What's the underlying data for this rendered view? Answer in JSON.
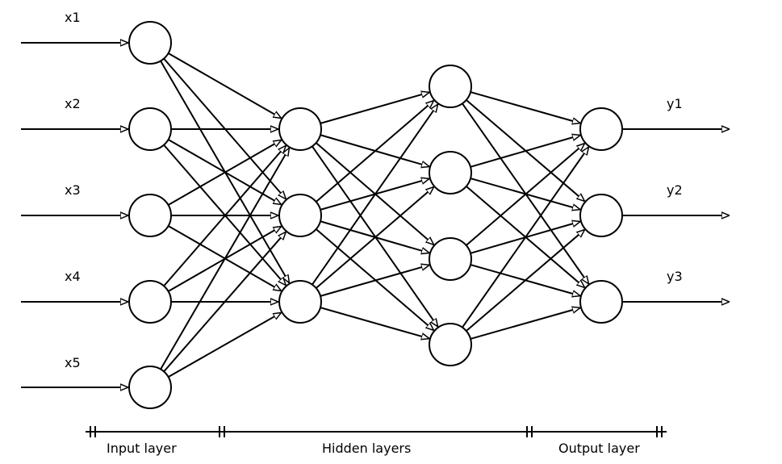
{
  "inputs": [
    "x1",
    "x2",
    "x3",
    "x4",
    "x5"
  ],
  "outputs": [
    "y1",
    "y2",
    "y3"
  ],
  "layer_labels": {
    "input": "Input layer",
    "hidden": "Hidden layers",
    "output": "Output layer"
  },
  "layers": [
    5,
    3,
    4,
    3
  ],
  "colors": {
    "stroke": "#000000",
    "fill": "#ffffff"
  }
}
